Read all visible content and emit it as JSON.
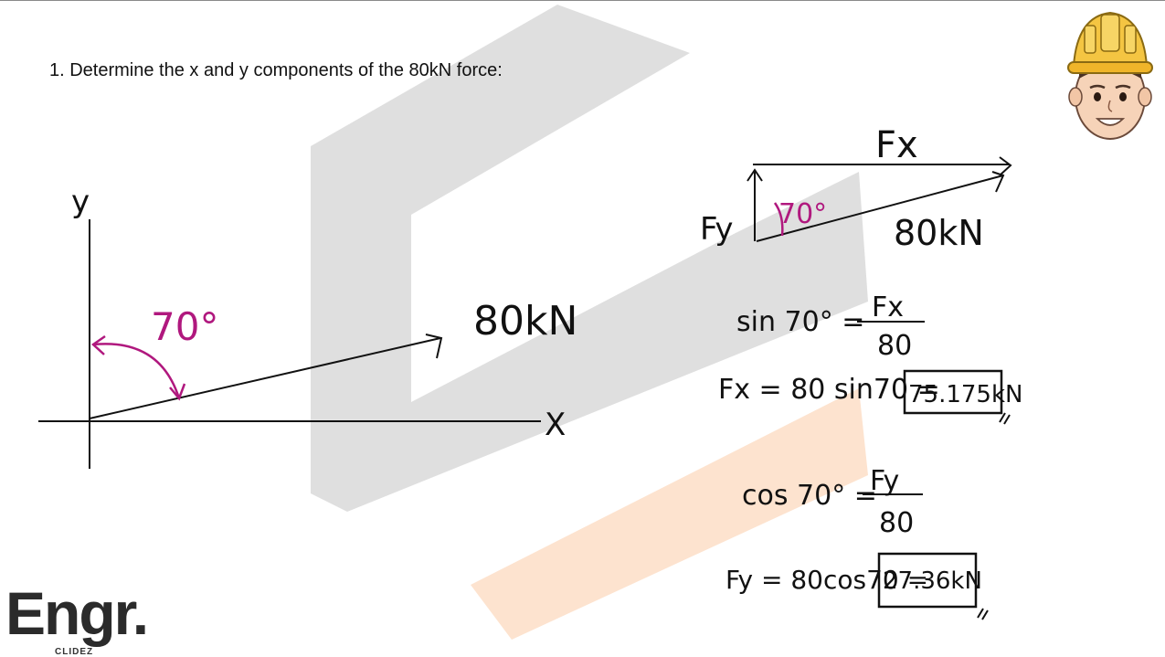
{
  "question": {
    "text": "1. Determine the x and y components of the 80kN force:"
  },
  "diagram": {
    "y_axis_label": "y",
    "x_axis_label": "X",
    "angle_label": "70°",
    "force_label": "80kN"
  },
  "triangle": {
    "fx_label": "Fx",
    "fy_label": "Fy",
    "angle_label": "70°",
    "hyp_label": "80kN"
  },
  "equations": {
    "sin_lhs": "sin 70° =",
    "sin_num": "Fx",
    "sin_den": "80",
    "fx_expr": "Fx = 80 sin70 =",
    "fx_result": "75.175kN",
    "cos_lhs": "cos 70° =",
    "cos_num": "Fy",
    "cos_den": "80",
    "fy_expr": "Fy = 80cos70 =",
    "fy_result": "27.36kN"
  },
  "logo": {
    "main": "Engr.",
    "sub": "CLIDEZ"
  },
  "colors": {
    "ink": "#111111",
    "magenta": "#b0187e",
    "watermark_gray": "#dcdcdc",
    "watermark_orange": "#fde3cf"
  }
}
